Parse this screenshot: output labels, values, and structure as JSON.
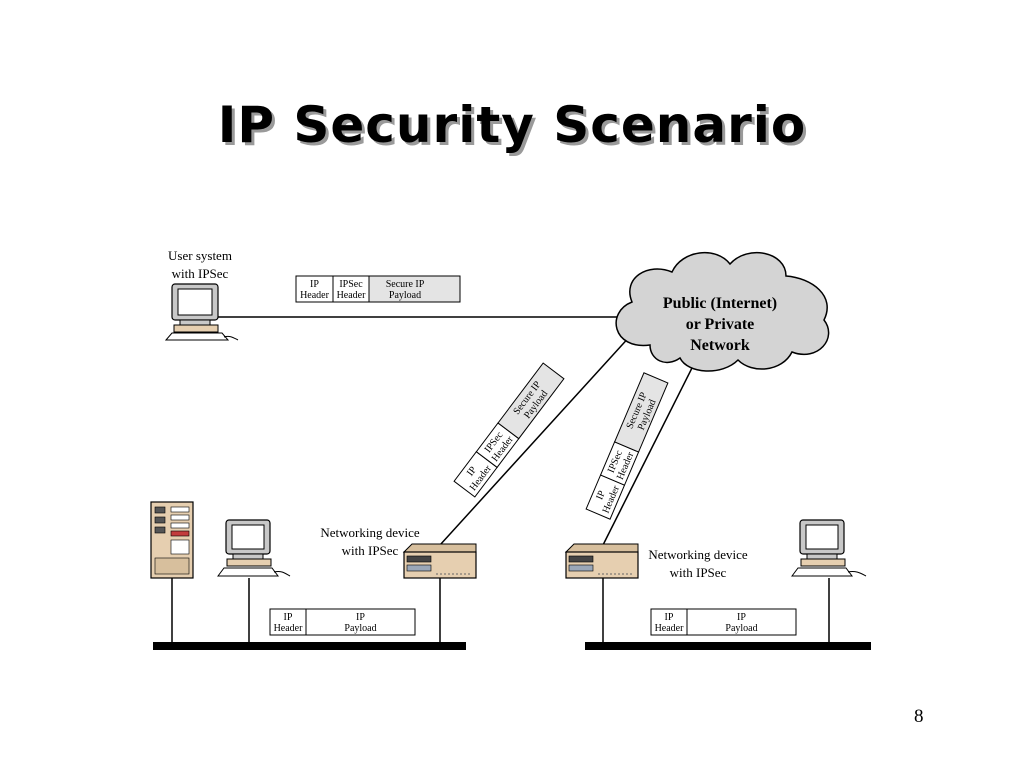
{
  "slide": {
    "title": "IP Security Scenario",
    "page_number": "8"
  },
  "cloud": {
    "line1": "Public (Internet)",
    "line2": "or Private",
    "line3": "Network"
  },
  "user_system": {
    "line1": "User system",
    "line2": "with IPSec"
  },
  "network_device_left": {
    "line1": "Networking device",
    "line2": "with IPSec"
  },
  "network_device_right": {
    "line1": "Networking device",
    "line2": "with IPSec"
  },
  "secure_packet": {
    "ip_header": [
      "IP",
      "Header"
    ],
    "ipsec_header": [
      "IPSec",
      "Header"
    ],
    "payload": [
      "Secure IP",
      "Payload"
    ]
  },
  "plain_packet": {
    "ip_header": [
      "IP",
      "Header"
    ],
    "payload": [
      "IP",
      "Payload"
    ]
  },
  "colors": {
    "cloud_fill": "#d4d4d4",
    "device_fill": "#e6cfb0",
    "packet_payload_fill": "#e4e4e4",
    "bus_color": "#000000"
  }
}
